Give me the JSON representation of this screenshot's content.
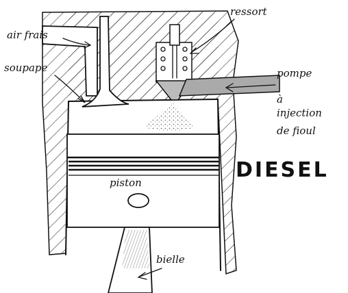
{
  "labels": {
    "air": "air frais",
    "valve": "soupape",
    "spring": "ressort",
    "pump_line1": "pompe",
    "pump_line2": "à",
    "pump_line3": "injection",
    "pump_line4": "de fioul",
    "engine": "DIESEL",
    "piston": "piston",
    "rod": "bielle"
  }
}
